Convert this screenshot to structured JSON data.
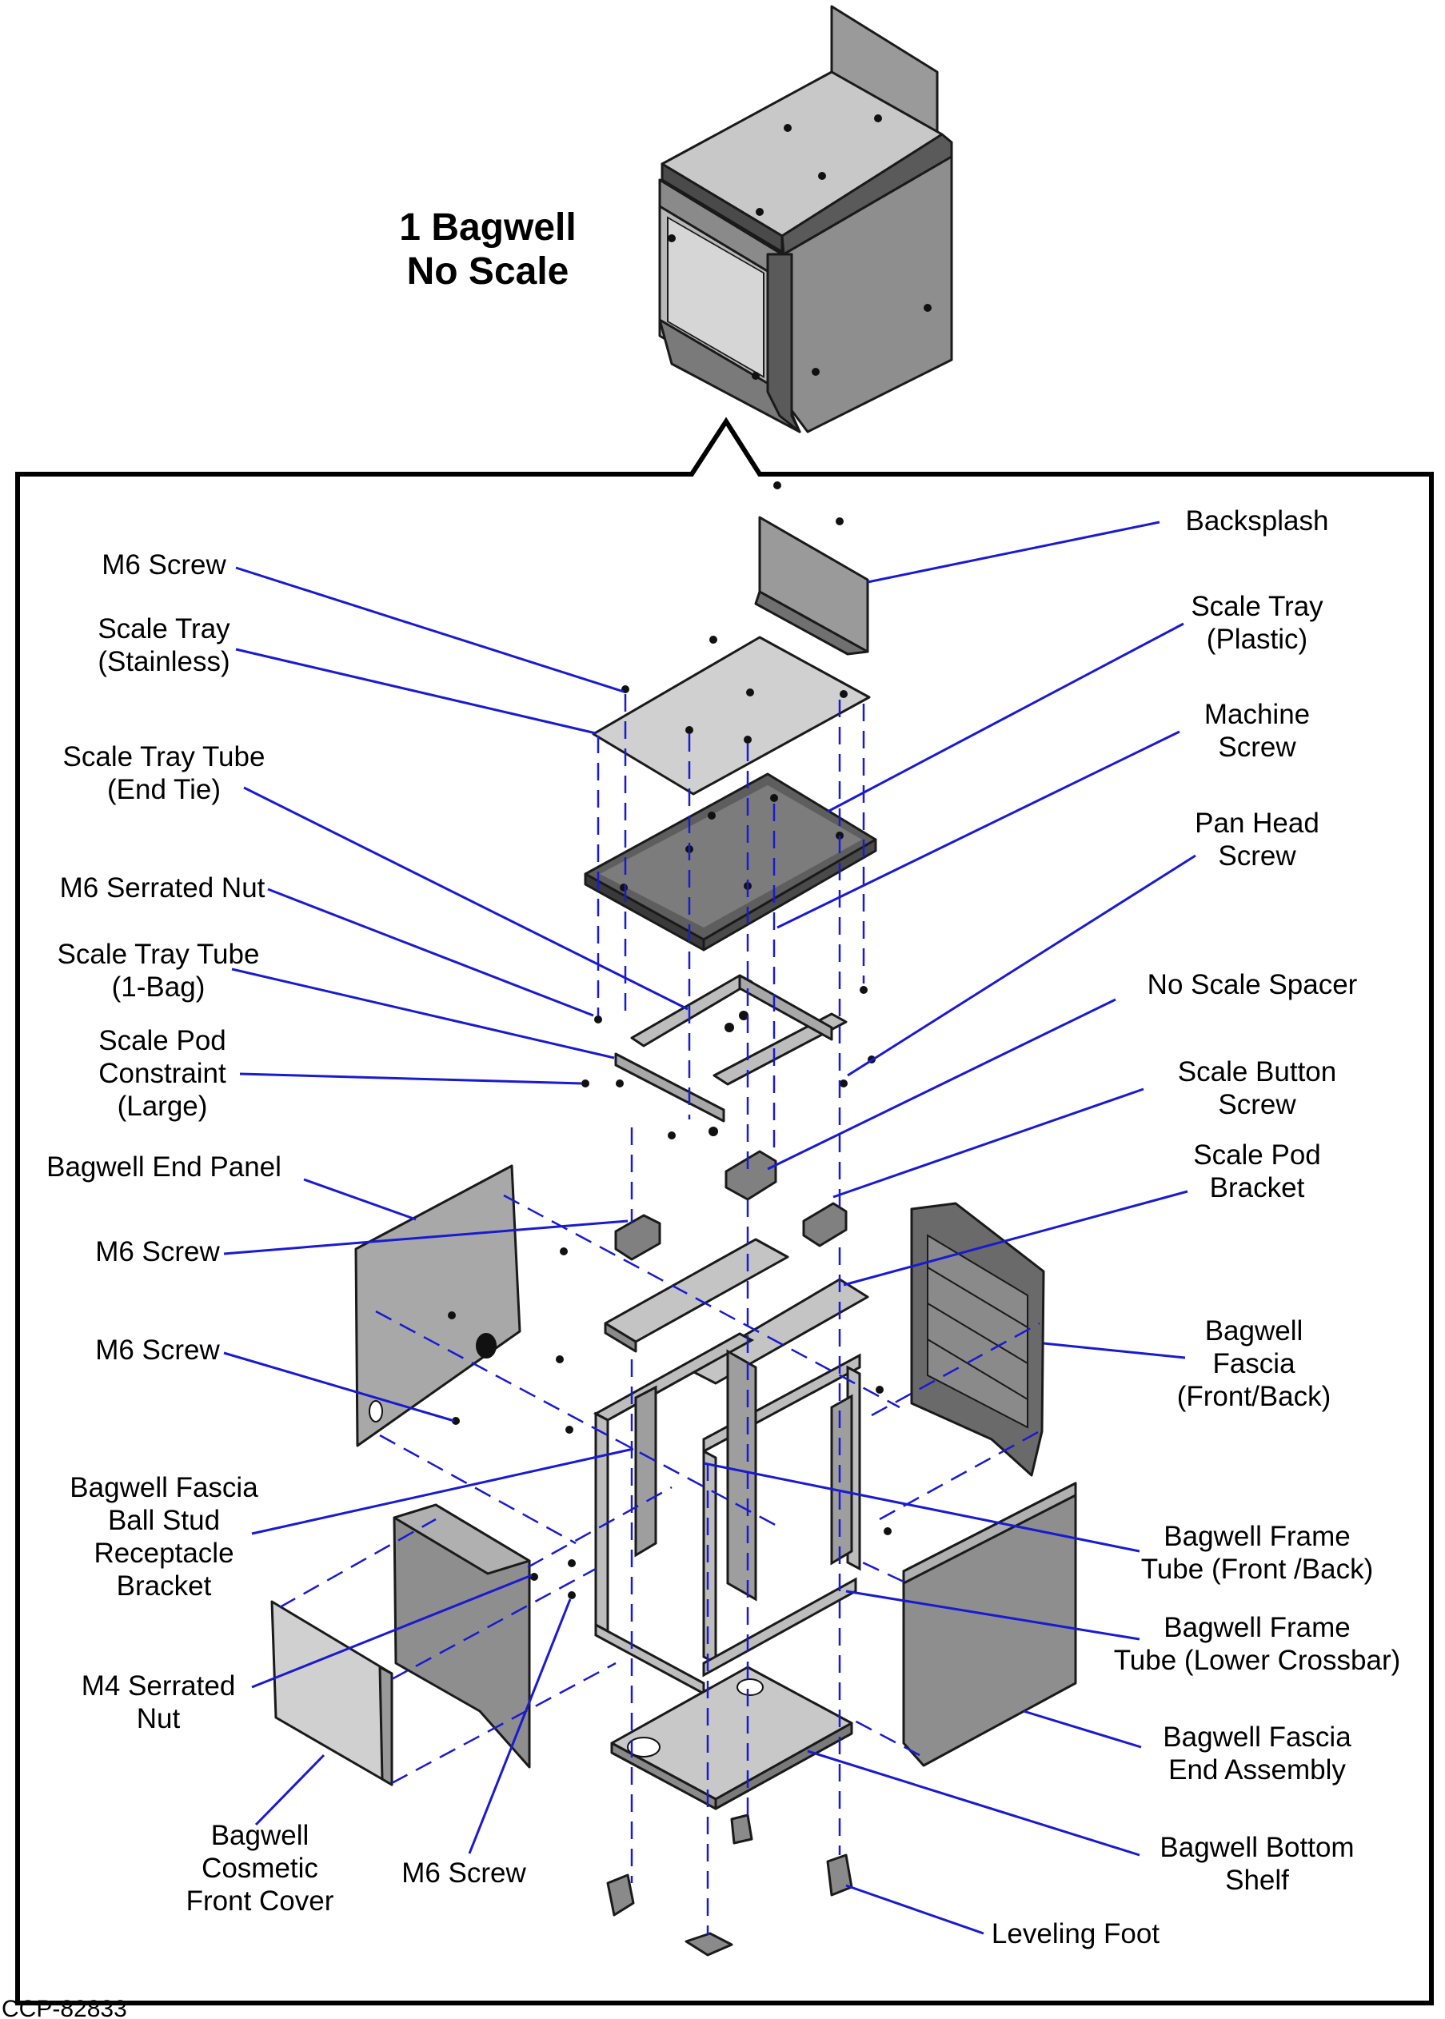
{
  "title": {
    "line1": "1 Bagwell",
    "line2": "No Scale"
  },
  "footer_code": "CCP-82833",
  "colors": {
    "leader": "#1a1ad0",
    "panel_light": "#c8c8c8",
    "panel_mid": "#9a9a9a",
    "panel_dark": "#6e6e6e"
  },
  "labels": {
    "backsplash": "Backsplash",
    "m6_screw_top": "M6 Screw",
    "scale_tray_plastic_1": "Scale Tray",
    "scale_tray_plastic_2": "(Plastic)",
    "scale_tray_stainless_1": "Scale Tray",
    "scale_tray_stainless_2": "(Stainless)",
    "machine_screw_1": "Machine",
    "machine_screw_2": "Screw",
    "scale_tray_tube_end_1": "Scale Tray Tube",
    "scale_tray_tube_end_2": "(End Tie)",
    "pan_head_screw_1": "Pan Head",
    "pan_head_screw_2": "Screw",
    "m6_serrated_nut": "M6 Serrated Nut",
    "scale_tray_tube_1bag_1": "Scale Tray Tube",
    "scale_tray_tube_1bag_2": "(1-Bag)",
    "no_scale_spacer": "No Scale Spacer",
    "scale_pod_constraint_1": "Scale Pod",
    "scale_pod_constraint_2": "Constraint",
    "scale_pod_constraint_3": "(Large)",
    "scale_button_screw_1": "Scale Button",
    "scale_button_screw_2": "Screw",
    "bagwell_end_panel": "Bagwell End Panel",
    "scale_pod_bracket_1": "Scale Pod",
    "scale_pod_bracket_2": "Bracket",
    "m6_screw_mid": "M6 Screw",
    "bagwell_fascia_1": "Bagwell",
    "bagwell_fascia_2": "Fascia",
    "bagwell_fascia_3": "(Front/Back)",
    "m6_screw_lower": "M6 Screw",
    "ball_stud_1": "Bagwell Fascia",
    "ball_stud_2": "Ball Stud",
    "ball_stud_3": "Receptacle",
    "ball_stud_4": "Bracket",
    "frame_tube_fb_1": "Bagwell Frame",
    "frame_tube_fb_2": "Tube (Front /Back)",
    "frame_tube_lower_1": "Bagwell Frame",
    "frame_tube_lower_2": "Tube (Lower Crossbar)",
    "m4_serrated_nut_1": "M4 Serrated",
    "m4_serrated_nut_2": "Nut",
    "fascia_end_assembly_1": "Bagwell Fascia",
    "fascia_end_assembly_2": "End Assembly",
    "cosmetic_cover_1": "Bagwell",
    "cosmetic_cover_2": "Cosmetic",
    "cosmetic_cover_3": "Front Cover",
    "m6_screw_bottom": "M6 Screw",
    "bottom_shelf_1": "Bagwell Bottom",
    "bottom_shelf_2": "Shelf",
    "leveling_foot": "Leveling Foot"
  }
}
